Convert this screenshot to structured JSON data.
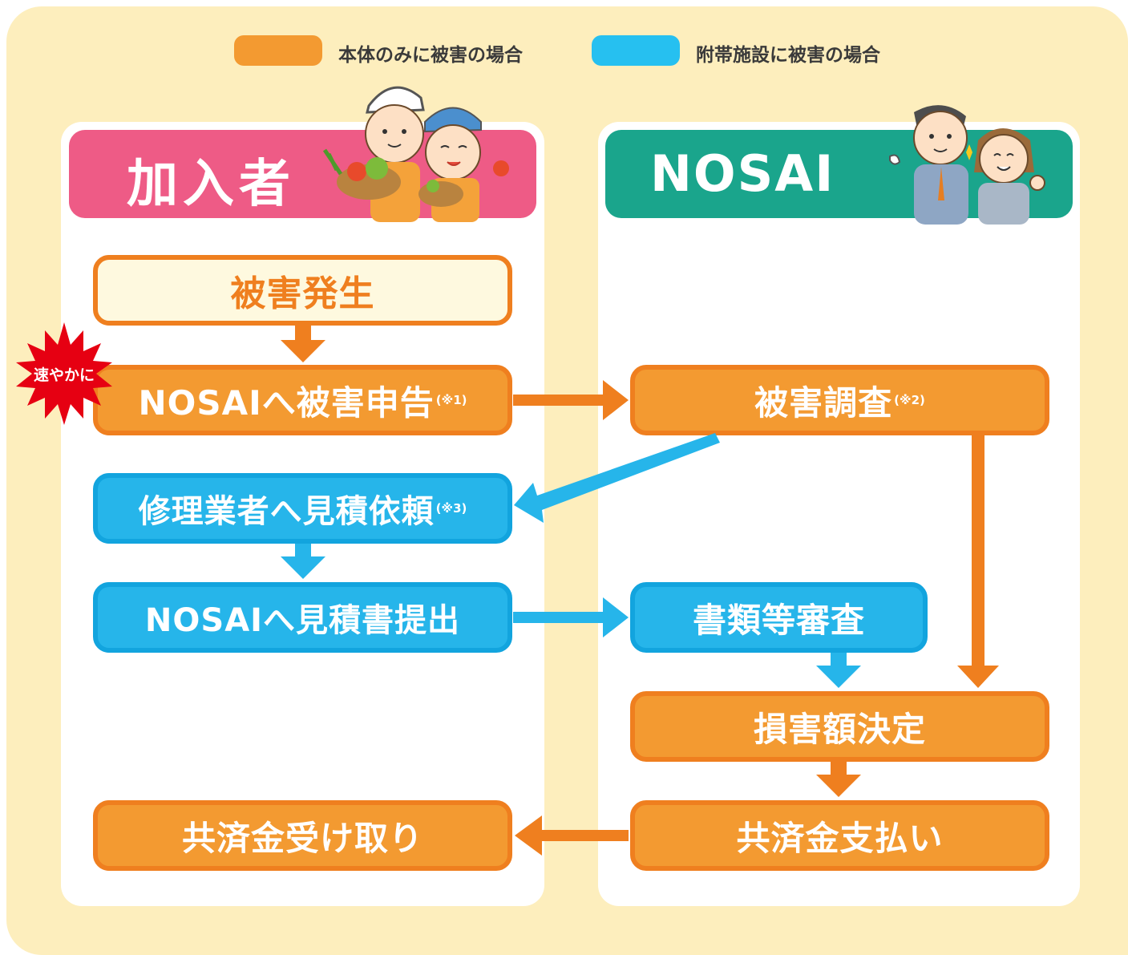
{
  "legend": {
    "items": [
      {
        "label": "本体のみに被害の場合",
        "color": "#f39a31"
      },
      {
        "label": "附帯施設に被害の場合",
        "color": "#26c0f0"
      }
    ]
  },
  "panels": {
    "left": {
      "title": "加入者",
      "color": "#ee5b86"
    },
    "right": {
      "title": "NOSAI",
      "color": "#1aa58c"
    }
  },
  "badge": {
    "label": "速やかに",
    "color": "#e60012"
  },
  "steps": {
    "damage_occurs": {
      "label": "被害発生"
    },
    "report": {
      "label": "NOSAIへ被害申告",
      "note": "(※1)"
    },
    "survey": {
      "label": "被害調査",
      "note": "(※2)"
    },
    "estimate_request": {
      "label": "修理業者へ見積依頼",
      "note": "(※3)"
    },
    "estimate_submit": {
      "label": "NOSAIへ見積書提出"
    },
    "document_review": {
      "label": "書類等審査"
    },
    "loss_decision": {
      "label": "損害額決定"
    },
    "payout": {
      "label": "共済金支払い"
    },
    "receive": {
      "label": "共済金受け取り"
    }
  },
  "colors": {
    "orange_fill": "#f39a31",
    "orange_stroke": "#ef7f1f",
    "blue_fill": "#26b5ea",
    "blue_stroke": "#12a4de",
    "background": "#fdeebd"
  },
  "illustrations": [
    "farmer-couple-illustration",
    "nosai-staff-illustration"
  ]
}
